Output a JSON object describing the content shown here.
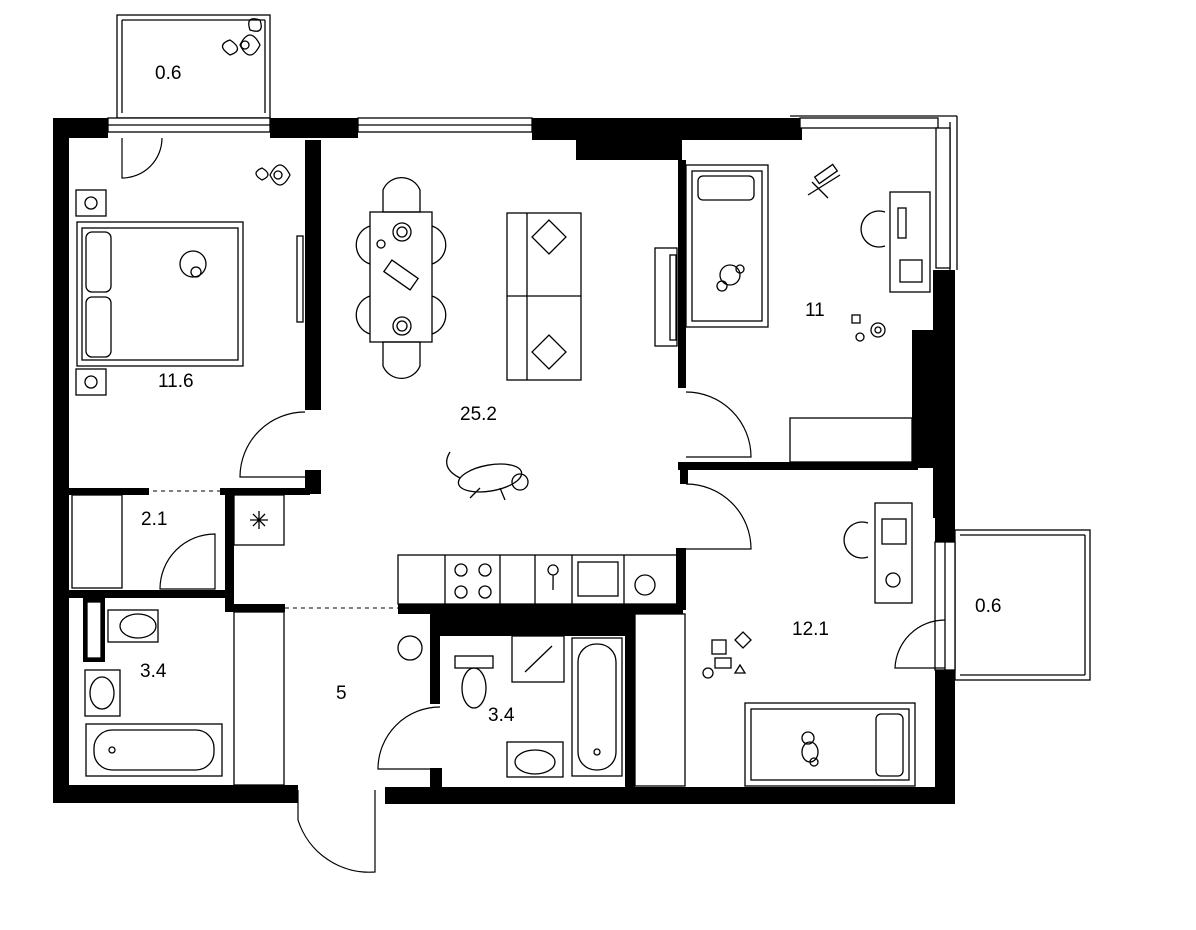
{
  "plan": {
    "rooms": [
      {
        "id": "balcony-top",
        "area": "0.6"
      },
      {
        "id": "bedroom-main",
        "area": "11.6"
      },
      {
        "id": "living-kitchen",
        "area": "25.2"
      },
      {
        "id": "kids-room-top",
        "area": "11"
      },
      {
        "id": "wardrobe",
        "area": "2.1"
      },
      {
        "id": "bathroom-left",
        "area": "3.4"
      },
      {
        "id": "hallway",
        "area": "5"
      },
      {
        "id": "bathroom-center",
        "area": "3.4"
      },
      {
        "id": "kids-room-bottom",
        "area": "12.1"
      },
      {
        "id": "balcony-right",
        "area": "0.6"
      }
    ],
    "colors": {
      "wall": "#000000",
      "background": "#ffffff",
      "text": "#000000"
    },
    "icons": [
      "plant-icon",
      "cat-icon",
      "toy-airplane-icon",
      "teddy-bear-icon",
      "toy-blocks-icon",
      "snowflake-icon"
    ]
  }
}
